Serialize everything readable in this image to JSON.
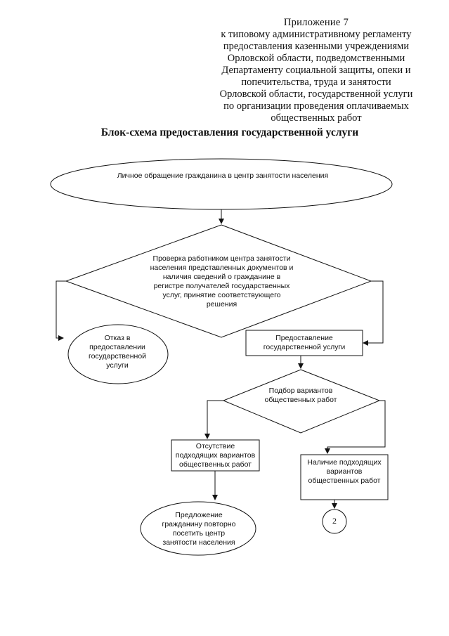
{
  "header": {
    "lines": [
      "Приложение  7",
      "к типовому административному регламенту",
      "предоставления казенными учреждениями",
      "Орловской области, подведомственными",
      "Департаменту социальной защиты, опеки и",
      "попечительства, труда и занятости",
      "Орловской области,  государственной услуги",
      "по организации проведения оплачиваемых",
      "общественных работ"
    ]
  },
  "title": "Блок-схема предоставления государственной услуги",
  "nodes": {
    "start": "Личное обращение гражданина в центр занятости населения",
    "check": "Проверка работником центра занятости населения представленных документов и наличия сведений о гражданине в регистре получателей государственных услуг, принятие соответствующего решения",
    "refusal": "Отказ в предоставлении государственной услуги",
    "provide": "Предоставление государственной услуги",
    "select": "Подбор вариантов общественных работ",
    "absent": "Отсутствие подходящих вариантов общественных работ",
    "present": "Наличие подходящих вариантов общественных работ",
    "offer": "Предложение гражданину повторно посетить центр занятости населения",
    "connector": "2"
  }
}
